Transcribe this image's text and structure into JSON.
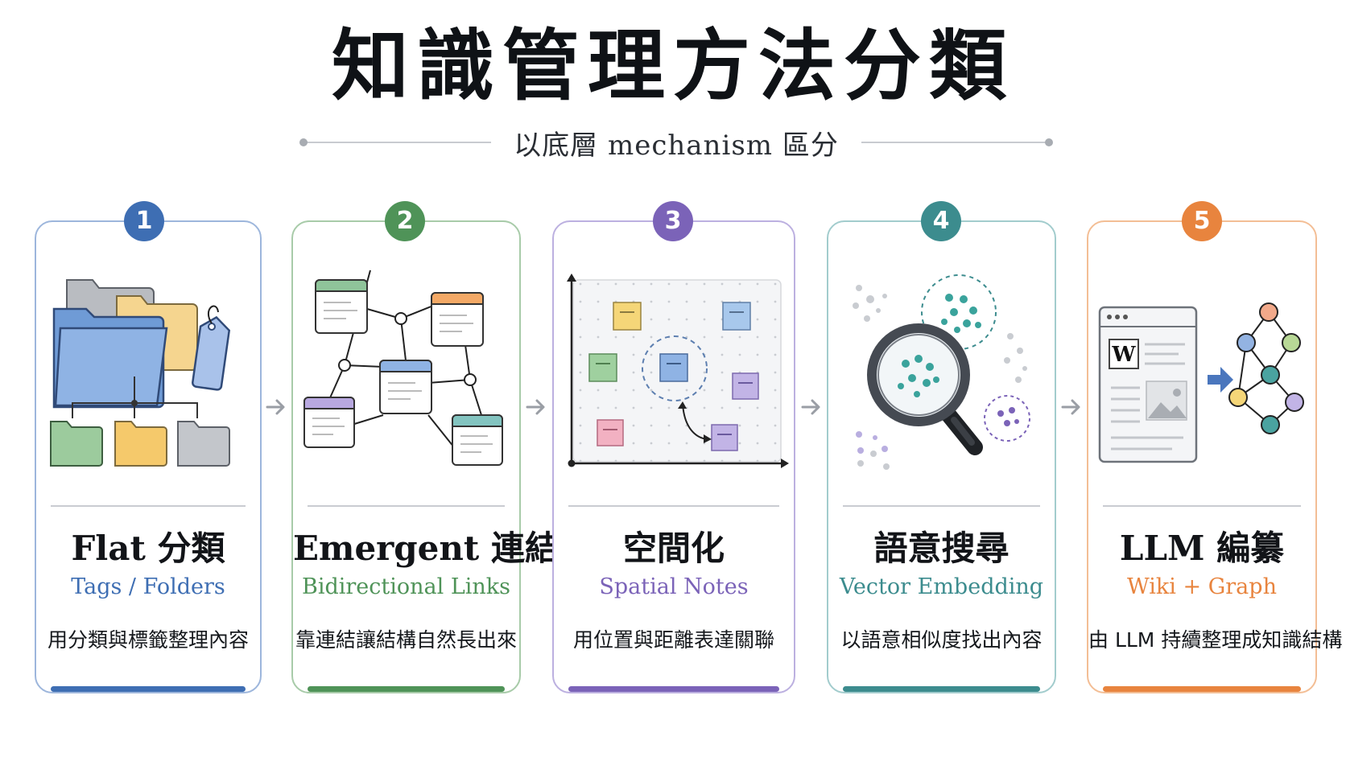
{
  "header": {
    "title": "知識管理方法分類",
    "subtitle": "以底層 mechanism 區分"
  },
  "cards": [
    {
      "number": "1",
      "title": "Flat 分類",
      "subtitle": "Tags / Folders",
      "description": "用分類與標籤整理內容",
      "accent": "#3e6eb3",
      "border": "#9db6dc"
    },
    {
      "number": "2",
      "title": "Emergent 連結",
      "subtitle": "Bidirectional Links",
      "description": "靠連結讓結構自然長出來",
      "accent": "#4f9358",
      "border": "#a8cba9"
    },
    {
      "number": "3",
      "title": "空間化",
      "subtitle": "Spatial Notes",
      "description": "用位置與距離表達關聯",
      "accent": "#7b63b8",
      "border": "#bcb0e0"
    },
    {
      "number": "4",
      "title": "語意搜尋",
      "subtitle": "Vector Embedding",
      "description": "以語意相似度找出內容",
      "accent": "#3c8c8e",
      "border": "#a2cccd"
    },
    {
      "number": "5",
      "title": "LLM 編纂",
      "subtitle": "Wiki + Graph",
      "description": "由 LLM 持續整理成知識結構",
      "accent": "#e8843e",
      "border": "#f3be95"
    }
  ],
  "icons": {
    "wiki_letter": "W"
  }
}
